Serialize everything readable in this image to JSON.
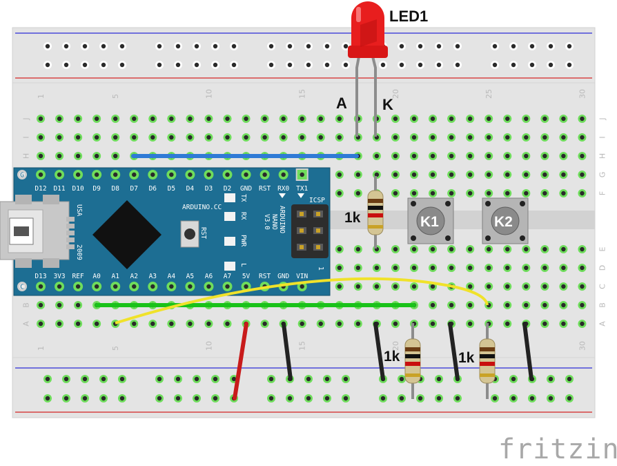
{
  "breadboard": {
    "column_numbers": [
      "1",
      "5",
      "10",
      "15",
      "20",
      "25",
      "30"
    ],
    "row_letters_top": [
      "J",
      "I",
      "H",
      "G",
      "F"
    ],
    "row_letters_bottom": [
      "E",
      "D",
      "C",
      "B",
      "A"
    ]
  },
  "led": {
    "name": "LED1",
    "anode_label": "A",
    "cathode_label": "K"
  },
  "resistors": {
    "r1": "1k",
    "r2": "1k",
    "r3": "1k"
  },
  "buttons": {
    "k1": "K1",
    "k2": "K2"
  },
  "nano": {
    "top_pins": [
      "D12",
      "D11",
      "D10",
      "D9",
      "D8",
      "D7",
      "D6",
      "D5",
      "D4",
      "D3",
      "D2",
      "GND",
      "RST",
      "RX0",
      "TX1"
    ],
    "bottom_pins": [
      "D13",
      "3V3",
      "REF",
      "A0",
      "A1",
      "A2",
      "A3",
      "A4",
      "A5",
      "A6",
      "A7",
      "5V",
      "RST",
      "GND",
      "VIN"
    ],
    "brand": "ARDUINO.CC",
    "model_line1": "ARDUINO",
    "model_line2": "NANO",
    "model_line3": "V3.0",
    "usb": "USA",
    "year": "2009",
    "icsp": "ICSP",
    "rst_button": "RST",
    "led_tx": "TX",
    "led_rx": "RX",
    "led_pwr": "PWR",
    "led_l": "L",
    "pin_g": "G",
    "pin_c": "C",
    "icsp_pin1": "1"
  },
  "watermark": "fritzing",
  "colors": {
    "breadboard": "#e4e4e4",
    "rail_blue": "#2b2bd8",
    "rail_red": "#d42323",
    "hole_green": "#6fdd5c",
    "nano_blue": "#1d6e93",
    "wire_blue": "#2f7ad6",
    "wire_green": "#19c219",
    "wire_yellow": "#f0e22a",
    "wire_red": "#c81b1b",
    "wire_black": "#222222",
    "led_red": "#e81e1e"
  }
}
